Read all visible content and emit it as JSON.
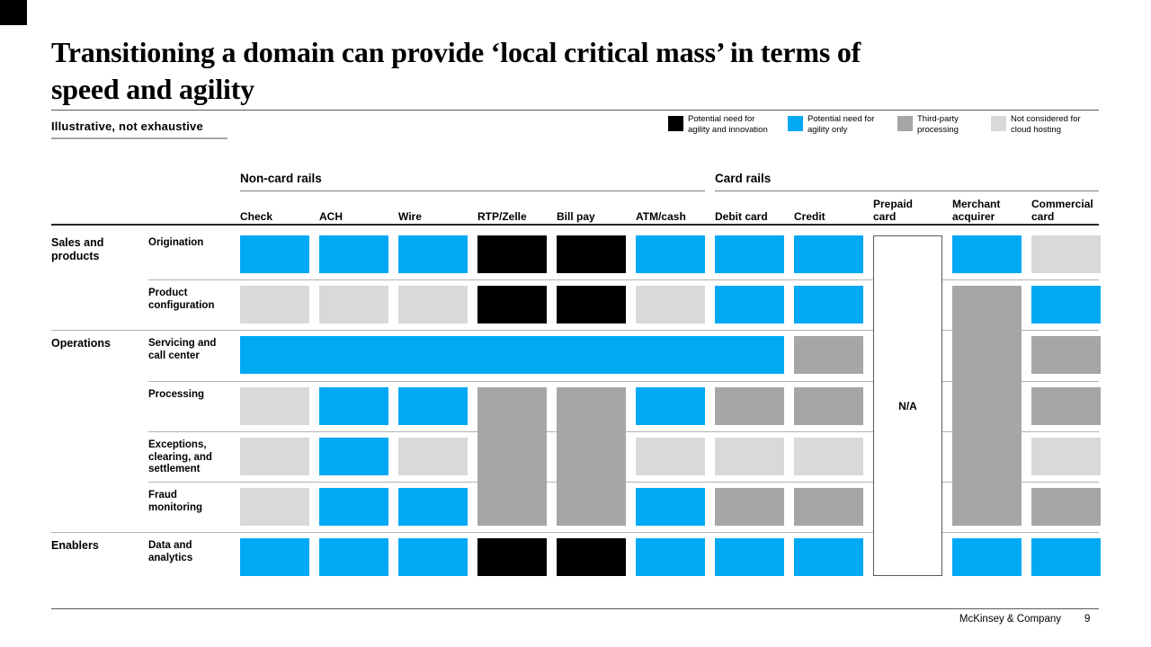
{
  "slide": {
    "title": "Transitioning a domain can provide ‘local critical mass’ in terms of\nspeed and agility",
    "subtitle": "Illustrative, not exhaustive",
    "footer": {
      "brand": "McKinsey & Company",
      "page_number": "9"
    }
  },
  "chart_data": {
    "type": "heatmap",
    "title": "Transitioning a domain can provide ‘local critical mass’ in terms of speed and agility",
    "note": "Illustrative, not exhaustive",
    "legend": [
      {
        "key": "agility_innovation",
        "color": "#000000",
        "label": "Potential need for\nagility and innovation"
      },
      {
        "key": "agility_only",
        "color": "#00A9F4",
        "label": "Potential need for\nagility only"
      },
      {
        "key": "third_party",
        "color": "#A6A6A6",
        "label": "Third-party\nprocessing"
      },
      {
        "key": "not_considered",
        "color": "#D9D9D9",
        "label": "Not considered for\ncloud hosting"
      }
    ],
    "column_groups": [
      {
        "label": "Non-card rails",
        "columns": [
          "Check",
          "ACH",
          "Wire",
          "RTP/Zelle",
          "Bill pay",
          "ATM/cash"
        ]
      },
      {
        "label": "Card rails",
        "columns": [
          "Debit card",
          "Credit",
          "Prepaid\ncard",
          "Merchant\nacquirer",
          "Commercial\ncard"
        ]
      }
    ],
    "row_groups": [
      {
        "label": "Sales and\nproducts",
        "rows": [
          "Origination",
          "Product\nconfiguration"
        ]
      },
      {
        "label": "Operations",
        "rows": [
          "Servicing and\ncall center",
          "Processing",
          "Exceptions,\nclearing, and\nsettlement",
          "Fraud\nmonitoring"
        ]
      },
      {
        "label": "Enablers",
        "rows": [
          "Data and\nanalytics"
        ]
      }
    ],
    "na_label": "N/A",
    "blocks": [
      {
        "row": 1,
        "col": 1,
        "category": "agility_only"
      },
      {
        "row": 1,
        "col": 2,
        "category": "agility_only"
      },
      {
        "row": 1,
        "col": 3,
        "category": "agility_only"
      },
      {
        "row": 1,
        "col": 4,
        "category": "agility_innovation"
      },
      {
        "row": 1,
        "col": 5,
        "category": "agility_innovation"
      },
      {
        "row": 1,
        "col": 6,
        "category": "agility_only"
      },
      {
        "row": 1,
        "col": 7,
        "category": "agility_only"
      },
      {
        "row": 1,
        "col": 8,
        "category": "agility_only"
      },
      {
        "row": 1,
        "col": 9,
        "rowspan": 7,
        "category": "na"
      },
      {
        "row": 1,
        "col": 10,
        "category": "agility_only"
      },
      {
        "row": 1,
        "col": 11,
        "category": "not_considered"
      },
      {
        "row": 2,
        "col": 1,
        "category": "not_considered"
      },
      {
        "row": 2,
        "col": 2,
        "category": "not_considered"
      },
      {
        "row": 2,
        "col": 3,
        "category": "not_considered"
      },
      {
        "row": 2,
        "col": 4,
        "category": "agility_innovation"
      },
      {
        "row": 2,
        "col": 5,
        "category": "agility_innovation"
      },
      {
        "row": 2,
        "col": 6,
        "category": "not_considered"
      },
      {
        "row": 2,
        "col": 7,
        "category": "agility_only"
      },
      {
        "row": 2,
        "col": 8,
        "category": "agility_only"
      },
      {
        "row": 2,
        "col": 10,
        "rowspan": 5,
        "category": "third_party"
      },
      {
        "row": 2,
        "col": 11,
        "category": "agility_only"
      },
      {
        "row": 3,
        "col": 1,
        "colspan": 7,
        "category": "agility_only"
      },
      {
        "row": 3,
        "col": 8,
        "category": "third_party"
      },
      {
        "row": 3,
        "col": 11,
        "category": "third_party"
      },
      {
        "row": 4,
        "col": 1,
        "category": "not_considered"
      },
      {
        "row": 4,
        "col": 2,
        "category": "agility_only"
      },
      {
        "row": 4,
        "col": 3,
        "category": "agility_only"
      },
      {
        "row": 4,
        "col": 4,
        "rowspan": 3,
        "category": "third_party"
      },
      {
        "row": 4,
        "col": 5,
        "rowspan": 3,
        "category": "third_party"
      },
      {
        "row": 4,
        "col": 6,
        "category": "agility_only"
      },
      {
        "row": 4,
        "col": 7,
        "category": "third_party"
      },
      {
        "row": 4,
        "col": 8,
        "category": "third_party"
      },
      {
        "row": 4,
        "col": 11,
        "category": "third_party"
      },
      {
        "row": 5,
        "col": 1,
        "category": "not_considered"
      },
      {
        "row": 5,
        "col": 2,
        "category": "agility_only"
      },
      {
        "row": 5,
        "col": 3,
        "category": "not_considered"
      },
      {
        "row": 5,
        "col": 6,
        "category": "not_considered"
      },
      {
        "row": 5,
        "col": 7,
        "category": "not_considered"
      },
      {
        "row": 5,
        "col": 8,
        "category": "not_considered"
      },
      {
        "row": 5,
        "col": 11,
        "category": "not_considered"
      },
      {
        "row": 6,
        "col": 1,
        "category": "not_considered"
      },
      {
        "row": 6,
        "col": 2,
        "category": "agility_only"
      },
      {
        "row": 6,
        "col": 3,
        "category": "agility_only"
      },
      {
        "row": 6,
        "col": 6,
        "category": "agility_only"
      },
      {
        "row": 6,
        "col": 7,
        "category": "third_party"
      },
      {
        "row": 6,
        "col": 8,
        "category": "third_party"
      },
      {
        "row": 6,
        "col": 11,
        "category": "third_party"
      },
      {
        "row": 7,
        "col": 1,
        "category": "agility_only"
      },
      {
        "row": 7,
        "col": 2,
        "category": "agility_only"
      },
      {
        "row": 7,
        "col": 3,
        "category": "agility_only"
      },
      {
        "row": 7,
        "col": 4,
        "category": "agility_innovation"
      },
      {
        "row": 7,
        "col": 5,
        "category": "agility_innovation"
      },
      {
        "row": 7,
        "col": 6,
        "category": "agility_only"
      },
      {
        "row": 7,
        "col": 7,
        "category": "agility_only"
      },
      {
        "row": 7,
        "col": 8,
        "category": "agility_only"
      },
      {
        "row": 7,
        "col": 10,
        "category": "agility_only"
      },
      {
        "row": 7,
        "col": 11,
        "category": "agility_only"
      }
    ]
  }
}
